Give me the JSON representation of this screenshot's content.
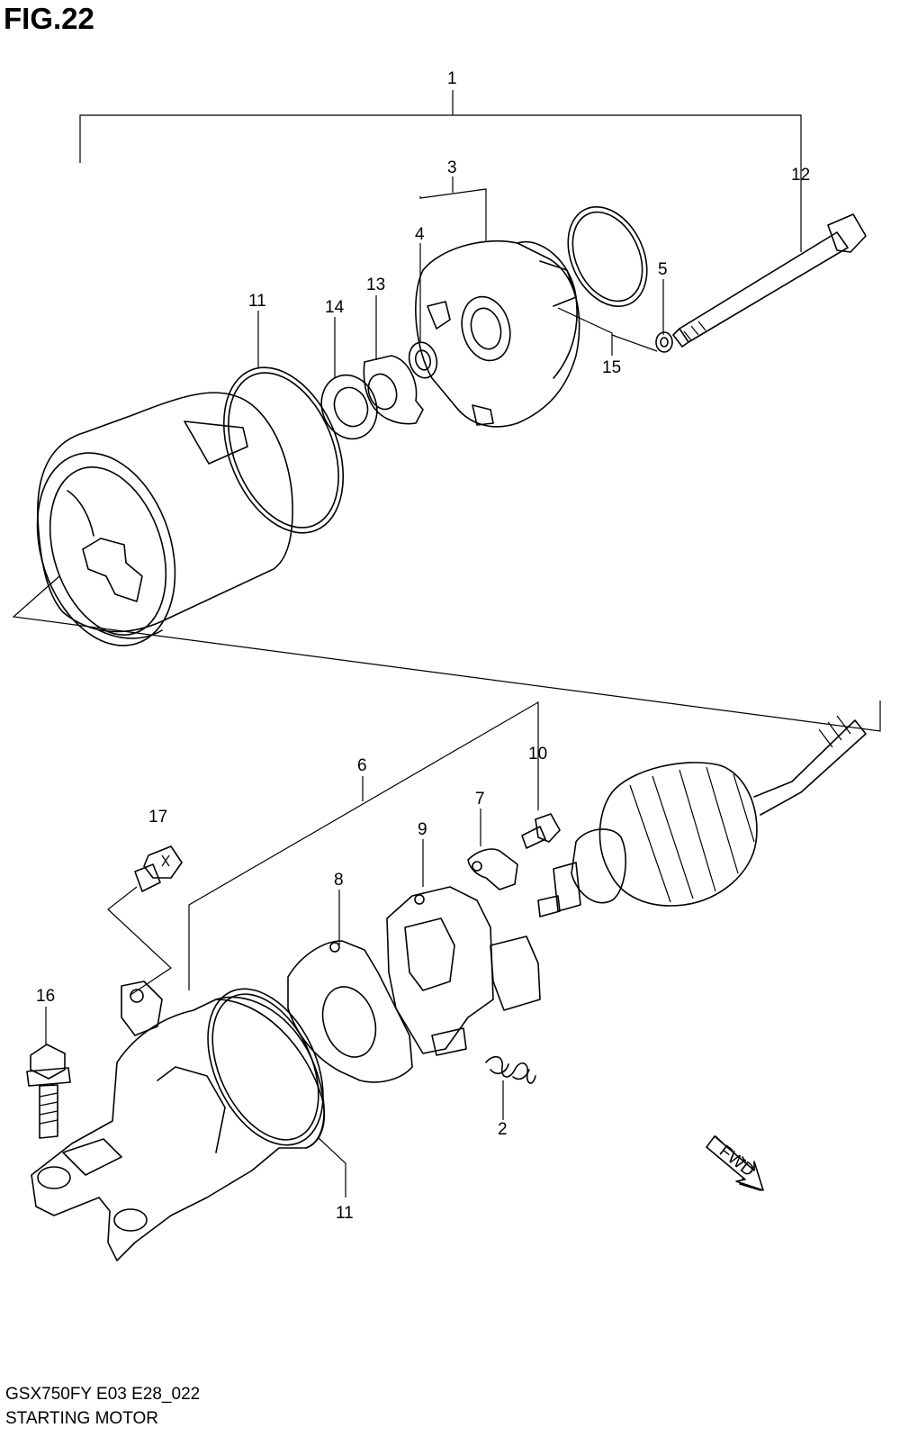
{
  "figure": {
    "title": "FIG.22",
    "model_code": "GSX750FY E03 E28_022",
    "name": "STARTING MOTOR"
  },
  "callouts": [
    "1",
    "2",
    "3",
    "4",
    "5",
    "6",
    "7",
    "8",
    "9",
    "10",
    "11",
    "12",
    "13",
    "14",
    "15",
    "16",
    "17"
  ],
  "callout_11_second": "11",
  "fwd_label": "FWD"
}
